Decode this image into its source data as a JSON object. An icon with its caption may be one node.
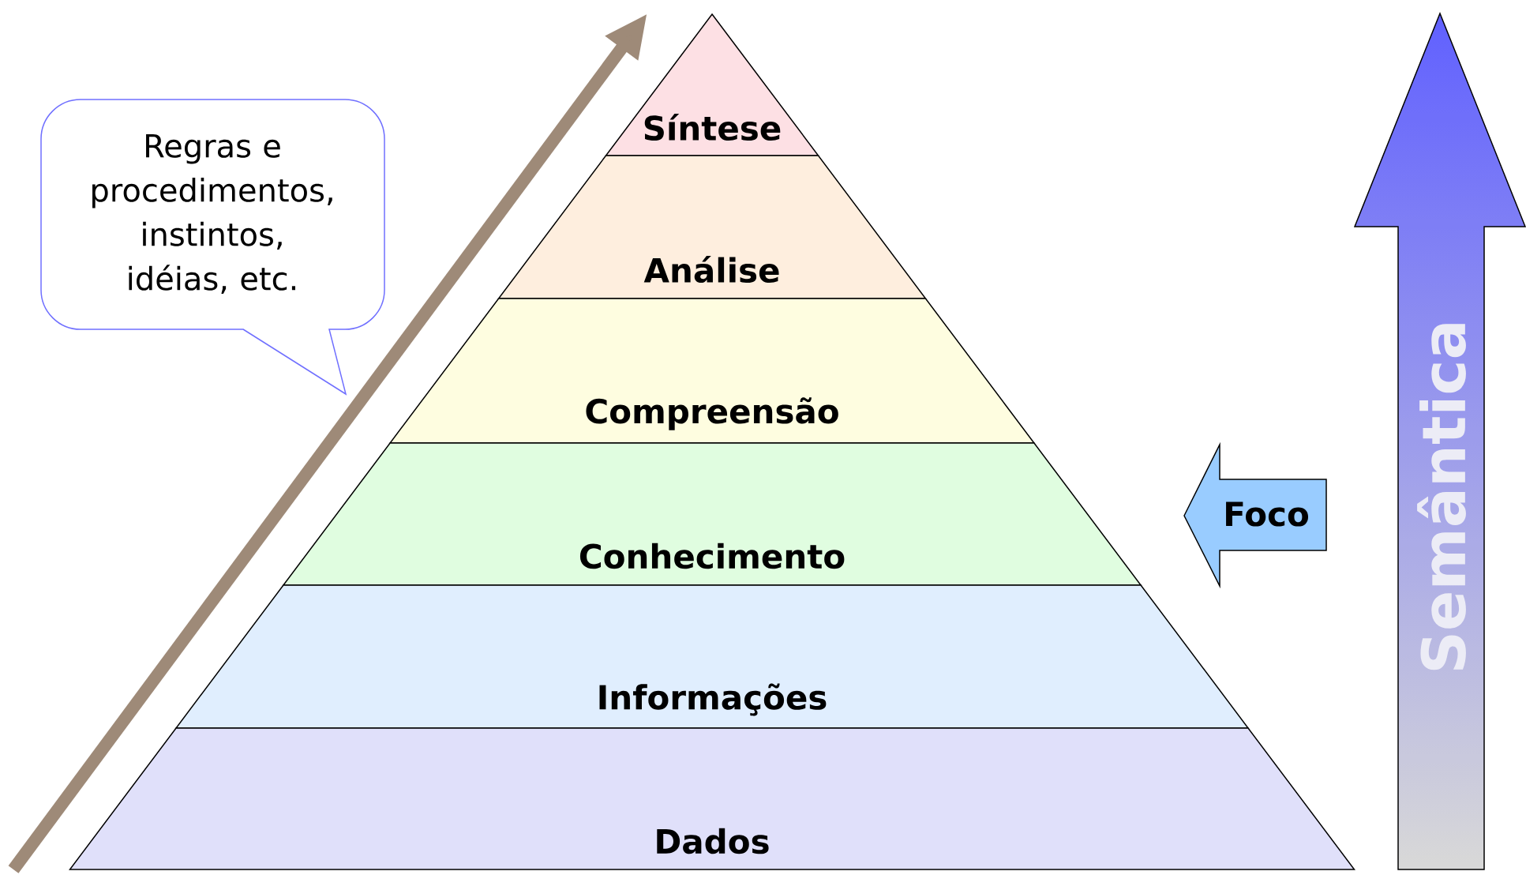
{
  "diagram": {
    "nodes": [
      {
        "text": [
          "Regras e procedimentos, instintos, idéias, etc."
        ]
      },
      {
        "text": [
          "Síntese"
        ]
      },
      {
        "text": [
          "Análise"
        ]
      },
      {
        "text": [
          "Compreensão"
        ]
      },
      {
        "text": [
          "Conhecimento"
        ]
      },
      {
        "text": [
          "Informações"
        ]
      },
      {
        "text": [
          "Dados"
        ]
      },
      {
        "text": [
          "Foco"
        ]
      },
      {
        "text": [
          "Semântica"
        ]
      }
    ]
  }
}
